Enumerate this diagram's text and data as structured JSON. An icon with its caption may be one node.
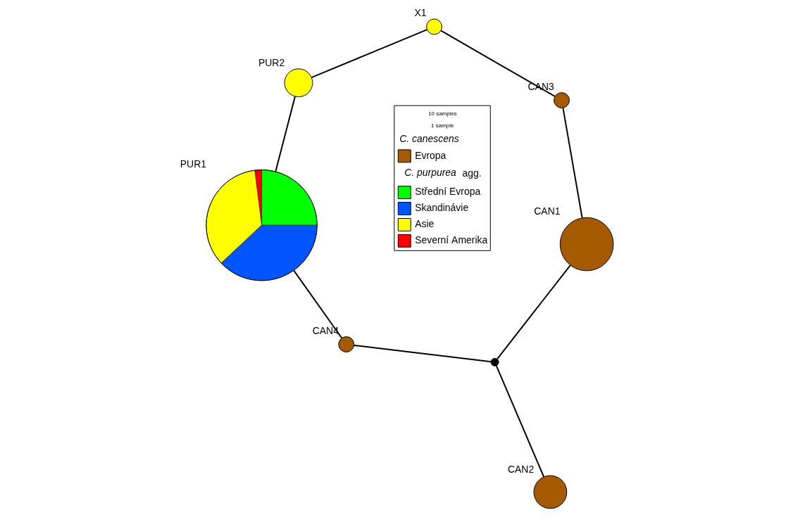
{
  "diagram": {
    "nodes": [
      {
        "text": [
          "PUR1"
        ]
      },
      {
        "text": [
          "PUR2"
        ]
      },
      {
        "text": [
          "X1"
        ]
      },
      {
        "text": [
          "CAN3"
        ]
      },
      {
        "text": [
          "CAN1"
        ]
      },
      {
        "text": [
          "CAN4"
        ]
      },
      {
        "text": [],
        "shape": "circle"
      },
      {
        "text": [
          "CAN2"
        ]
      }
    ],
    "edges": [
      {
        "from": 0,
        "to": 1,
        "arrow": "none"
      },
      {
        "from": 1,
        "to": 2,
        "arrow": "none"
      },
      {
        "from": 2,
        "to": 3,
        "arrow": "none"
      },
      {
        "from": 3,
        "to": 4,
        "arrow": "none"
      },
      {
        "from": 4,
        "to": 6,
        "arrow": "none"
      },
      {
        "from": 6,
        "to": 7,
        "arrow": "none"
      },
      {
        "from": 6,
        "to": 5,
        "arrow": "none"
      },
      {
        "from": 5,
        "to": 0,
        "arrow": "none"
      }
    ],
    "labels": [
      "10 samples",
      "1 sample",
      "C. canescens",
      "*C. purpurea* agg."
    ],
    "legend": [
      {
        "text": "Evropa",
        "color": "#a65a00"
      },
      {
        "text": "Střední Evropa",
        "color": "#00ff00"
      },
      {
        "text": "Skandinávie",
        "color": "#0055ff"
      },
      {
        "text": "Asie",
        "color": "#ffff00"
      },
      {
        "text": "Severní Amerika",
        "color": "#ff0000"
      }
    ]
  }
}
